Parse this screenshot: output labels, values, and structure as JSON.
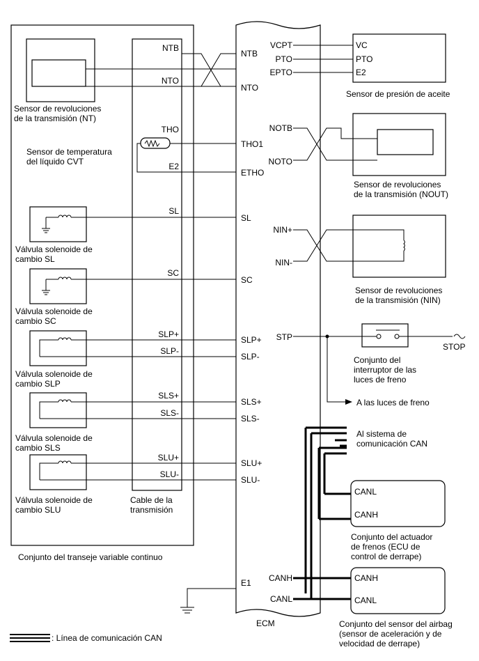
{
  "left_assembly": {
    "nt_sensor": [
      "Sensor de revoluciones",
      "de la transmisión (NT)"
    ],
    "cvt_temp_sensor": [
      "Sensor de temperatura",
      "del líquido CVT"
    ],
    "sl_valve": [
      "Válvula solenoide de",
      "cambio SL"
    ],
    "sc_valve": [
      "Válvula solenoide de",
      "cambio SC"
    ],
    "slp_valve": [
      "Válvula solenoide de",
      "cambio SLP"
    ],
    "sls_valve": [
      "Válvula solenoide de",
      "cambio SLS"
    ],
    "slu_valve": [
      "Válvula solenoide de",
      "cambio SLU"
    ],
    "cable": [
      "Cable de la",
      "transmisión"
    ],
    "assembly": "Conjunto del transeje variable continuo"
  },
  "cable_pins": [
    "NTB",
    "NTO",
    "THO",
    "E2",
    "SL",
    "SC",
    "SLP+",
    "SLP-",
    "SLS+",
    "SLS-",
    "SLU+",
    "SLU-"
  ],
  "ecm": {
    "left_pins": [
      "NTB",
      "NTO",
      "THO1",
      "ETHO",
      "SL",
      "SC",
      "SLP+",
      "SLP-",
      "SLS+",
      "SLS-",
      "SLU+",
      "SLU-",
      "E1"
    ],
    "right_pins": [
      "VCPT",
      "PTO",
      "EPTO",
      "NOTB",
      "NOTO",
      "NIN+",
      "NIN-",
      "STP",
      "CANH",
      "CANL"
    ],
    "label": "ECM"
  },
  "oil_sensor": {
    "pins": [
      "VC",
      "PTO",
      "E2"
    ],
    "label": "Sensor de presión de aceite"
  },
  "nout_sensor": [
    "Sensor de revoluciones",
    "de la transmisión (NOUT)"
  ],
  "nin_sensor": [
    "Sensor de revoluciones",
    "de la transmisión (NIN)"
  ],
  "stop_switch": {
    "label": [
      "Conjunto del",
      "interruptor de las",
      "luces de freno"
    ],
    "stop": "STOP",
    "to_lights": "A las luces de freno"
  },
  "can_system": [
    "Al sistema de",
    "comunicación CAN"
  ],
  "brake_actuator": {
    "pins": [
      "CANL",
      "CANH"
    ],
    "label": [
      "Conjunto del actuador",
      "de frenos (ECU de",
      "control de derrape)"
    ]
  },
  "airbag": {
    "pins": [
      "CANH",
      "CANL"
    ],
    "label": [
      "Conjunto del sensor del airbag",
      "(sensor de aceleración y de",
      "velocidad de derrape)"
    ]
  },
  "legend": ": Línea de comunicación CAN"
}
